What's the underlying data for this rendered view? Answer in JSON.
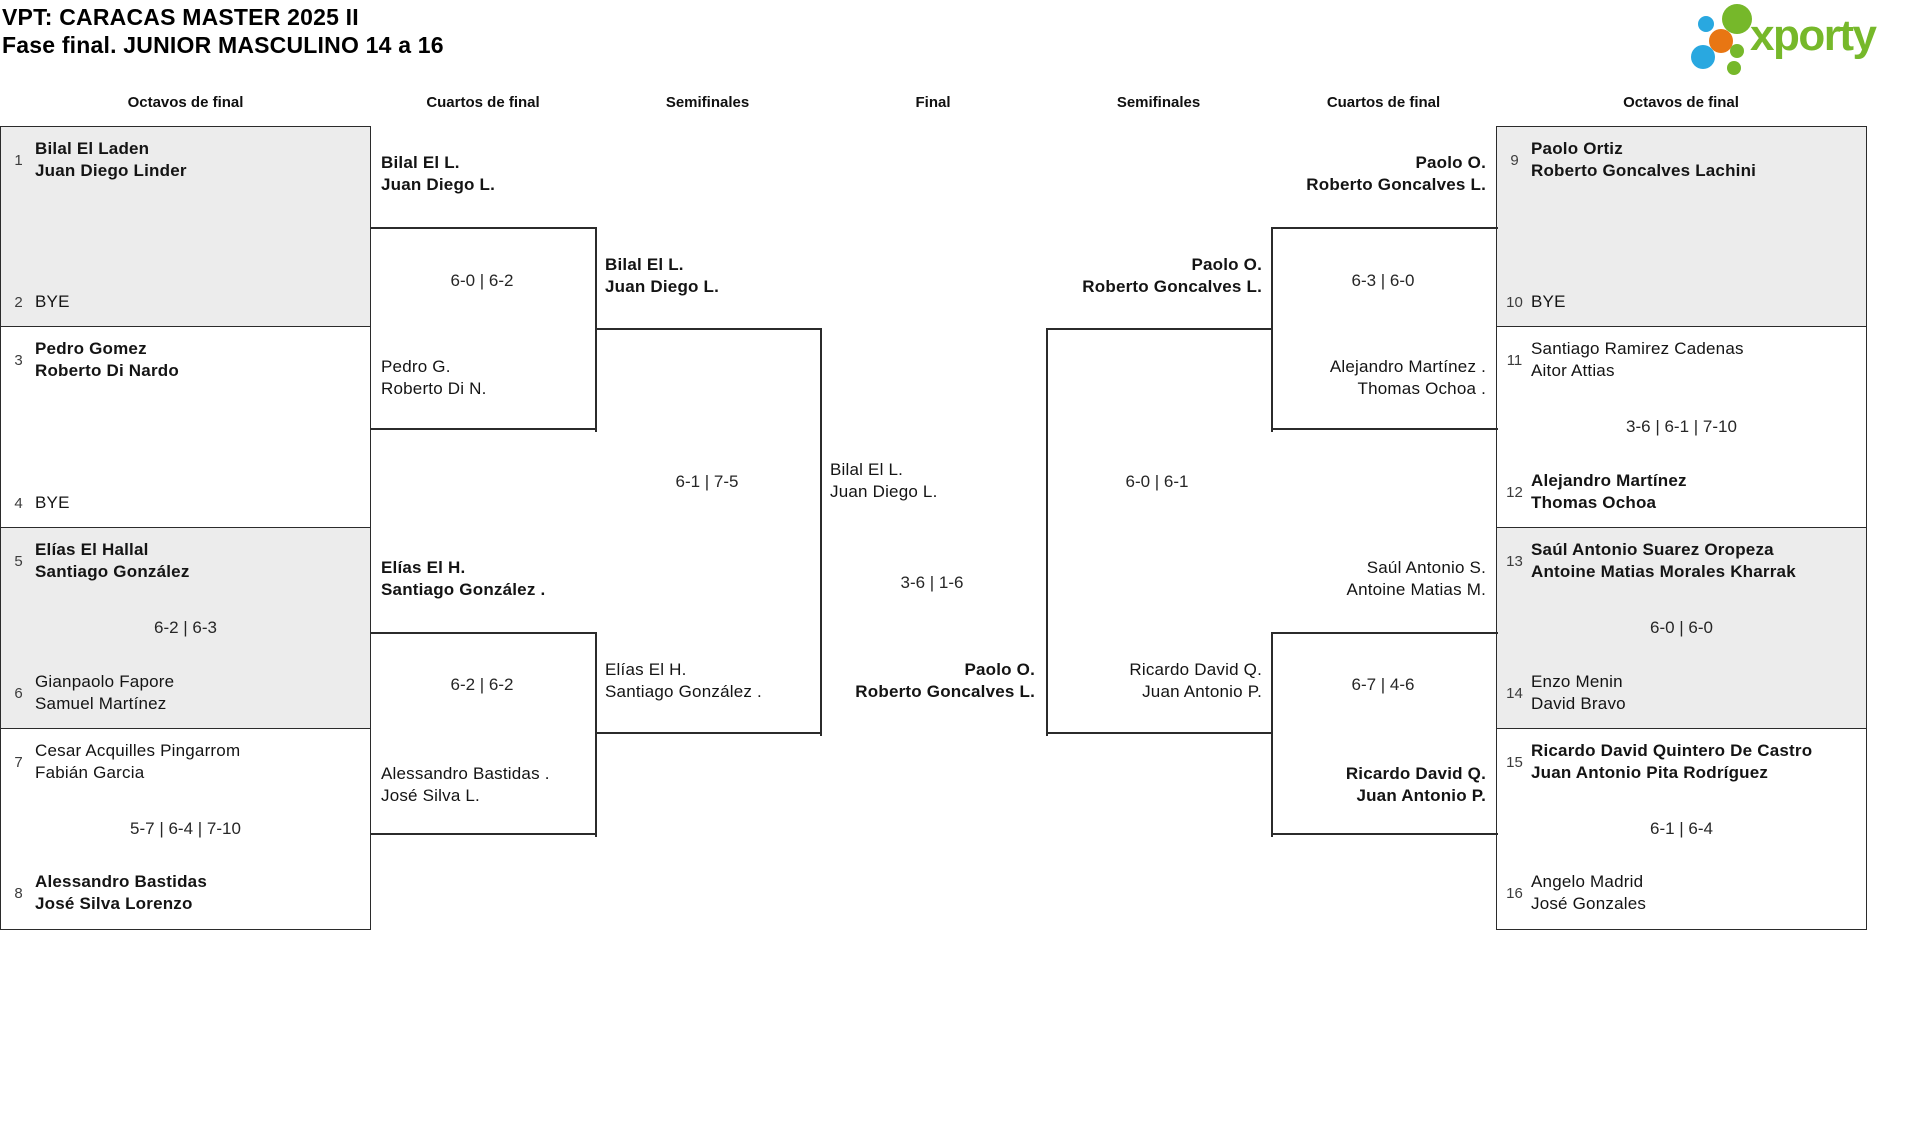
{
  "header": {
    "title_line1": "VPT: CARACAS MASTER 2025 II",
    "title_line2": "Fase final. JUNIOR MASCULINO 14 a 16"
  },
  "logo": {
    "wordmark": "xporty"
  },
  "colors": {
    "logo_green": "#76b82a",
    "logo_blue": "#29a8e0",
    "logo_orange": "#e87613",
    "shaded_box": "#ececec",
    "line": "#2b2b2b"
  },
  "round_labels": [
    "Octavos de final",
    "Cuartos de final",
    "Semifinales",
    "Final",
    "Semifinales",
    "Cuartos de final",
    "Octavos de final"
  ],
  "first_round_boxes": [
    {
      "seed_top": "1",
      "team_top": [
        "Bilal El Laden",
        "Juan Diego Linder"
      ],
      "top_bold": true,
      "score": "",
      "seed_bottom": "2",
      "team_bottom": [
        "BYE"
      ],
      "bottom_bold": false
    },
    {
      "seed_top": "3",
      "team_top": [
        "Pedro Gomez",
        "Roberto Di Nardo"
      ],
      "top_bold": true,
      "score": "",
      "seed_bottom": "4",
      "team_bottom": [
        "BYE"
      ],
      "bottom_bold": false
    },
    {
      "seed_top": "5",
      "team_top": [
        "Elías El Hallal",
        "Santiago González"
      ],
      "top_bold": true,
      "score": "6-2 | 6-3",
      "seed_bottom": "6",
      "team_bottom": [
        "Gianpaolo Fapore",
        "Samuel Martínez"
      ],
      "bottom_bold": false
    },
    {
      "seed_top": "7",
      "team_top": [
        "Cesar Acquilles Pingarrom",
        "Fabián Garcia"
      ],
      "top_bold": false,
      "score": "5-7 | 6-4 | 7-10",
      "seed_bottom": "8",
      "team_bottom": [
        "Alessandro Bastidas",
        "José Silva Lorenzo"
      ],
      "bottom_bold": true
    },
    {
      "seed_top": "9",
      "team_top": [
        "Paolo Ortiz",
        "Roberto Goncalves Lachini"
      ],
      "top_bold": true,
      "score": "",
      "seed_bottom": "10",
      "team_bottom": [
        "BYE"
      ],
      "bottom_bold": false
    },
    {
      "seed_top": "11",
      "team_top": [
        "Santiago Ramirez Cadenas",
        "Aitor Attias"
      ],
      "top_bold": false,
      "score": "3-6 | 6-1 | 7-10",
      "seed_bottom": "12",
      "team_bottom": [
        "Alejandro Martínez",
        "Thomas Ochoa"
      ],
      "bottom_bold": true
    },
    {
      "seed_top": "13",
      "team_top": [
        "Saúl Antonio Suarez Oropeza",
        "Antoine Matias Morales Kharrak"
      ],
      "top_bold": true,
      "score": "6-0 | 6-0",
      "seed_bottom": "14",
      "team_bottom": [
        "Enzo Menin",
        "David Bravo"
      ],
      "bottom_bold": false
    },
    {
      "seed_top": "15",
      "team_top": [
        "Ricardo David Quintero De Castro",
        "Juan Antonio Pita Rodríguez"
      ],
      "top_bold": true,
      "score": "6-1 | 6-4",
      "seed_bottom": "16",
      "team_bottom": [
        "Angelo Madrid",
        "José Gonzales"
      ],
      "bottom_bold": false
    }
  ],
  "later_matches": [
    {
      "id": "qf-left-top",
      "team_a": [
        "Bilal El L.",
        "Juan Diego L."
      ],
      "a_bold": true,
      "team_b": [
        "Pedro G.",
        "Roberto Di N."
      ],
      "b_bold": false,
      "score": "6-0 | 6-2"
    },
    {
      "id": "qf-left-bottom",
      "team_a": [
        "Elías El H.",
        "Santiago González ."
      ],
      "a_bold": true,
      "team_b": [
        "Alessandro Bastidas .",
        "José Silva L."
      ],
      "b_bold": false,
      "score": "6-2 | 6-2"
    },
    {
      "id": "sf-left",
      "team_a": [
        "Bilal El L.",
        "Juan Diego L."
      ],
      "a_bold": true,
      "team_b": [
        "Elías El H.",
        "Santiago González ."
      ],
      "b_bold": false,
      "score": "6-1 | 7-5"
    },
    {
      "id": "final",
      "team_a": [
        "Bilal El L.",
        "Juan Diego L."
      ],
      "a_bold": false,
      "team_b": [
        "Paolo O.",
        "Roberto Goncalves L."
      ],
      "b_bold": true,
      "score": "3-6 | 1-6"
    },
    {
      "id": "sf-right",
      "team_a": [
        "Paolo O.",
        "Roberto Goncalves L."
      ],
      "a_bold": true,
      "team_b": [
        "Ricardo David Q.",
        "Juan Antonio P."
      ],
      "b_bold": false,
      "score": "6-0 | 6-1"
    },
    {
      "id": "qf-right-top",
      "team_a": [
        "Paolo O.",
        "Roberto Goncalves L."
      ],
      "a_bold": true,
      "team_b": [
        "Alejandro Martínez .",
        "Thomas Ochoa ."
      ],
      "b_bold": false,
      "score": "6-3 | 6-0"
    },
    {
      "id": "qf-right-bottom",
      "team_a": [
        "Saúl Antonio S.",
        "Antoine Matias M."
      ],
      "a_bold": false,
      "team_b": [
        "Ricardo David Q.",
        "Juan Antonio P."
      ],
      "b_bold": true,
      "score": "6-7 | 4-6"
    }
  ]
}
